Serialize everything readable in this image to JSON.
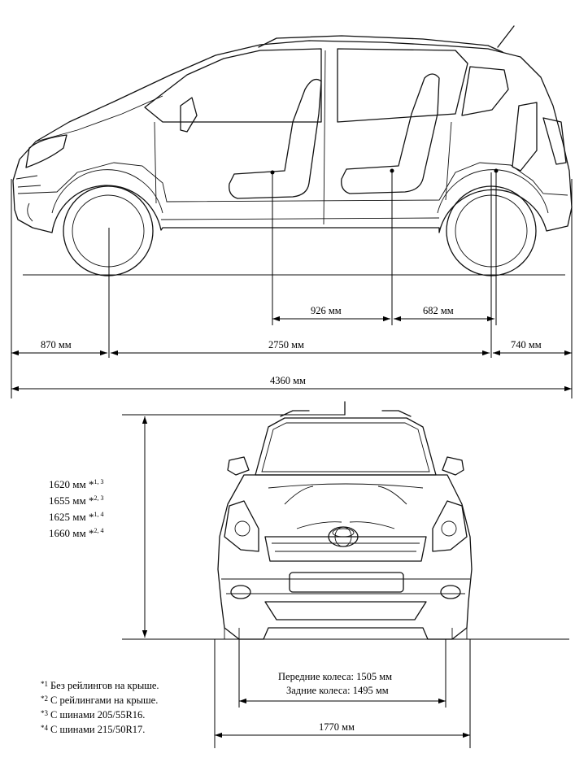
{
  "side_view": {
    "dim_926": "926 мм",
    "dim_682": "682 мм",
    "dim_870": "870 мм",
    "dim_2750": "2750 мм",
    "dim_740": "740 мм",
    "dim_4360": "4360 мм"
  },
  "front_view": {
    "heights": [
      {
        "value": "1620 мм",
        "mark": "*",
        "refs": "1, 3"
      },
      {
        "value": "1655 мм",
        "mark": "*",
        "refs": "2, 3"
      },
      {
        "value": "1625 мм",
        "mark": "*",
        "refs": "1, 4"
      },
      {
        "value": "1660 мм",
        "mark": "*",
        "refs": "2, 4"
      }
    ],
    "track_front": "Передние колеса: 1505 мм",
    "track_rear": "Задние колеса: 1495 мм",
    "width": "1770 мм"
  },
  "footnotes": [
    {
      "mark": "*1",
      "text": "Без рейлингов на крыше."
    },
    {
      "mark": "*2",
      "text": "С рейлингами на крыше."
    },
    {
      "mark": "*3",
      "text": "С шинами 205/55R16."
    },
    {
      "mark": "*4",
      "text": "С шинами 215/50R17."
    }
  ]
}
